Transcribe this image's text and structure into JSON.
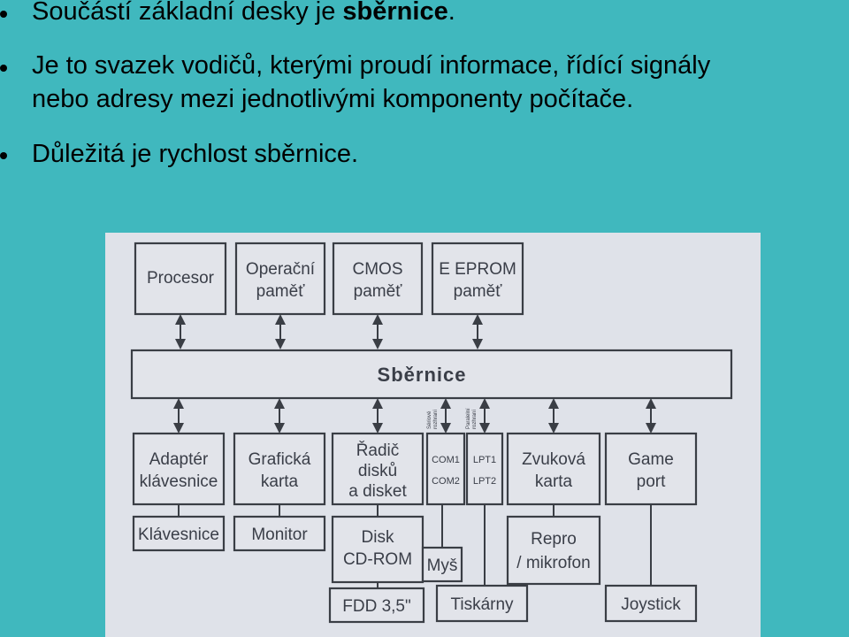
{
  "slide": {
    "bullet1": {
      "text": "Součástí základní desky je ",
      "bold": "sběrnice",
      "end": "."
    },
    "bullet2": {
      "line1": "Je to svazek vodičů, kterými proudí informace, řídící signály",
      "line2": "nebo adresy mezi jednotlivými komponenty počítače."
    },
    "bullet3": {
      "text": "Důležitá je rychlost sběrnice."
    }
  },
  "diagram": {
    "bus": "Sběrnice",
    "top": {
      "procesor": "Procesor",
      "operacni_1": "Operační",
      "operacni_2": "paměť",
      "cmos_1": "CMOS",
      "cmos_2": "paměť",
      "eeprom_1": "E EPROM",
      "eeprom_2": "paměť"
    },
    "serial_label_1": "Sériové",
    "serial_label_2": "rozhraní",
    "parallel_label_1": "Paralelní",
    "parallel_label_2": "rozhraní",
    "mid": {
      "adapter_1": "Adaptér",
      "adapter_2": "klávesnice",
      "graficka_1": "Grafická",
      "graficka_2": "karta",
      "radic_1": "Řadič",
      "radic_2": "disků",
      "radic_3": "a disket",
      "com1": "COM1",
      "com2": "COM2",
      "lpt1": "LPT1",
      "lpt2": "LPT2",
      "zvukova_1": "Zvuková",
      "zvukova_2": "karta",
      "game_1": "Game",
      "game_2": "port"
    },
    "bottom": {
      "klavesnice": "Klávesnice",
      "monitor": "Monitor",
      "disk_1": "Disk",
      "disk_2": "CD-ROM",
      "mys": "Myš",
      "repro_1": "Repro",
      "repro_2": "/ mikrofon",
      "fdd": "FDD 3,5\"",
      "tiskarny": "Tiskárny",
      "joystick": "Joystick"
    }
  }
}
